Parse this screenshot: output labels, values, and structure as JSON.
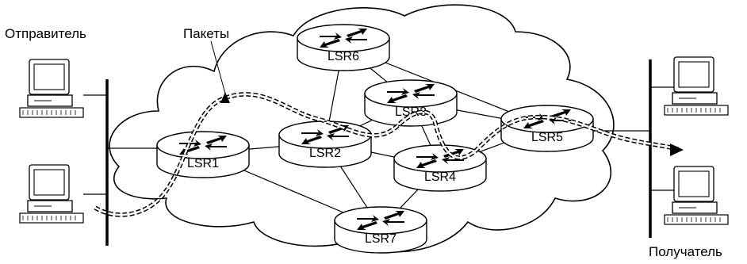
{
  "labels": {
    "sender": "Отправитель",
    "packets": "Пакеты",
    "receiver": "Получатель"
  },
  "routers": [
    {
      "id": "lsr6",
      "label": "LSR6"
    },
    {
      "id": "lsr3",
      "label": "LSR3"
    },
    {
      "id": "lsr1",
      "label": "LSR1"
    },
    {
      "id": "lsr2",
      "label": "LSR2"
    },
    {
      "id": "lsr5",
      "label": "LSR5"
    },
    {
      "id": "lsr4",
      "label": "LSR4"
    },
    {
      "id": "lsr7",
      "label": "LSR7"
    }
  ],
  "links": [
    [
      "lsr6",
      "lsr2"
    ],
    [
      "lsr6",
      "lsr3"
    ],
    [
      "lsr6",
      "lsr5"
    ],
    [
      "lsr3",
      "lsr2"
    ],
    [
      "lsr3",
      "lsr4"
    ],
    [
      "lsr3",
      "lsr5"
    ],
    [
      "lsr1",
      "lsr2"
    ],
    [
      "lsr1",
      "lsr7"
    ],
    [
      "lsr2",
      "lsr4"
    ],
    [
      "lsr2",
      "lsr7"
    ],
    [
      "lsr4",
      "lsr5"
    ],
    [
      "lsr4",
      "lsr7"
    ]
  ],
  "colors": {
    "ink": "#000000",
    "cloud": "#ffffff",
    "packet": "#ffffff"
  }
}
